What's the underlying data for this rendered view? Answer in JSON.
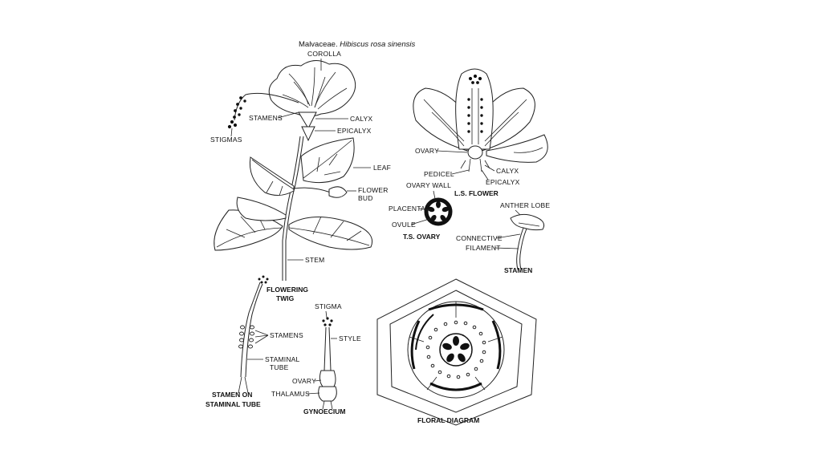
{
  "title": {
    "family": "Malvaceae.",
    "species": "Hibiscus rosa sinensis"
  },
  "twig_labels": {
    "corolla": "COROLLA",
    "stamens": "STAMENS",
    "calyx": "CALYX",
    "epicalyx": "EPICALYX",
    "stigmas": "STIGMAS",
    "leaf": "LEAF",
    "flower_bud_1": "FLOWER",
    "flower_bud_2": "BUD",
    "stem": "STEM",
    "caption_1": "FLOWERING",
    "caption_2": "TWIG"
  },
  "ls_flower_labels": {
    "ovary": "OVARY",
    "pedicel": "PEDICEL",
    "calyx": "CALYX",
    "epicalyx": "EPICALYX",
    "caption": "L.S. FLOWER"
  },
  "ts_ovary_labels": {
    "ovary_wall": "OVARY WALL",
    "placenta": "PLACENTA",
    "ovule": "OVULE",
    "caption": "T.S. OVARY"
  },
  "stamen_labels": {
    "anther_lobe": "ANTHER LOBE",
    "connective": "CONNECTIVE",
    "filament": "FILAMENT",
    "caption": "STAMEN"
  },
  "staminal_tube_labels": {
    "stamens": "STAMENS",
    "staminal_1": "STAMINAL",
    "staminal_2": "TUBE",
    "caption_1": "STAMEN ON",
    "caption_2": "STAMINAL TUBE"
  },
  "gynoecium_labels": {
    "stigma": "STIGMA",
    "style": "STYLE",
    "ovary": "OVARY",
    "thalamus": "THALAMUS",
    "caption": "GYNOECIUM"
  },
  "floral_diagram_labels": {
    "caption": "FLORAL DIAGRAM"
  }
}
